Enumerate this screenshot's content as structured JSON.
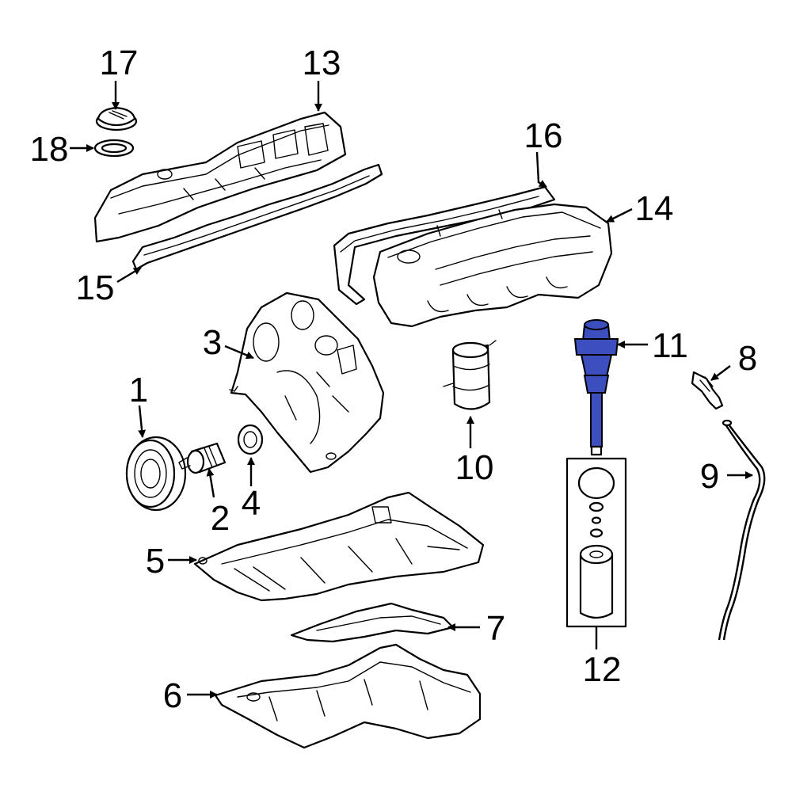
{
  "diagram": {
    "highlight_color": "#3D4FBF",
    "highlighted_part": "11",
    "callouts": [
      {
        "id": "1",
        "label": "1"
      },
      {
        "id": "2",
        "label": "2"
      },
      {
        "id": "3",
        "label": "3"
      },
      {
        "id": "4",
        "label": "4"
      },
      {
        "id": "5",
        "label": "5"
      },
      {
        "id": "6",
        "label": "6"
      },
      {
        "id": "7",
        "label": "7"
      },
      {
        "id": "8",
        "label": "8"
      },
      {
        "id": "9",
        "label": "9"
      },
      {
        "id": "10",
        "label": "10"
      },
      {
        "id": "11",
        "label": "11"
      },
      {
        "id": "12",
        "label": "12"
      },
      {
        "id": "13",
        "label": "13"
      },
      {
        "id": "14",
        "label": "14"
      },
      {
        "id": "15",
        "label": "15"
      },
      {
        "id": "16",
        "label": "16"
      },
      {
        "id": "17",
        "label": "17"
      },
      {
        "id": "18",
        "label": "18"
      }
    ]
  }
}
